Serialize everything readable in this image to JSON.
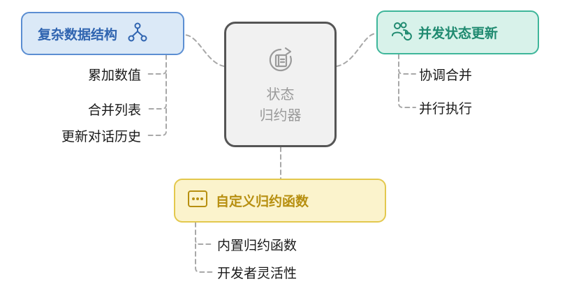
{
  "center": {
    "line1": "状态",
    "line2": "归约器",
    "icon": "refresh-document-icon"
  },
  "nodes": {
    "blue": {
      "label": "复杂数据结构",
      "icon": "tree-structure-icon",
      "color": "#5b8ed2"
    },
    "teal": {
      "label": "并发状态更新",
      "icon": "users-sync-icon",
      "color": "#3eb69a"
    },
    "yellow": {
      "label": "自定义归约函数",
      "icon": "ellipsis-box-icon",
      "color": "#e3c84d"
    }
  },
  "leaves": {
    "blue": [
      "累加数值",
      "合并列表",
      "更新对话历史"
    ],
    "teal": [
      "协调合并",
      "并行执行"
    ],
    "yellow": [
      "内置归约函数",
      "开发者灵活性"
    ]
  }
}
